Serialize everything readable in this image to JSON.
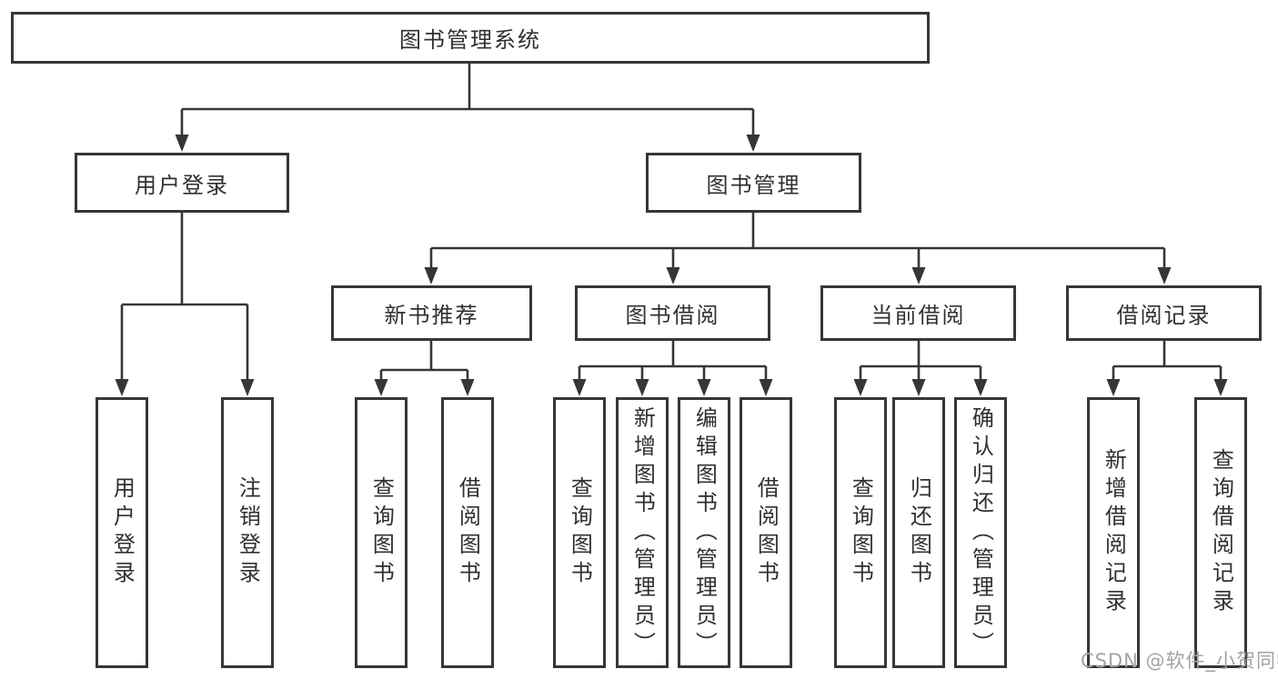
{
  "tree": {
    "root": "图书管理系统",
    "children": [
      {
        "label": "用户登录",
        "children": [
          {
            "label": "用户登录"
          },
          {
            "label": "注销登录"
          }
        ]
      },
      {
        "label": "图书管理",
        "children": [
          {
            "label": "新书推荐",
            "children": [
              {
                "label": "查询图书"
              },
              {
                "label": "借阅图书"
              }
            ]
          },
          {
            "label": "图书借阅",
            "children": [
              {
                "label": "查询图书"
              },
              {
                "label": "新增图书（管理员）"
              },
              {
                "label": "编辑图书（管理员）"
              },
              {
                "label": "借阅图书"
              }
            ]
          },
          {
            "label": "当前借阅",
            "children": [
              {
                "label": "查询图书"
              },
              {
                "label": "归还图书"
              },
              {
                "label": "确认归还（管理员）"
              }
            ]
          },
          {
            "label": "借阅记录",
            "children": [
              {
                "label": "新增借阅记录"
              },
              {
                "label": "查询借阅记录"
              }
            ]
          }
        ]
      }
    ]
  },
  "watermark": {
    "text": "CSDN @软件_小贺同学"
  },
  "colors": {
    "line": "#363636",
    "box_border": "#363636",
    "text": "#303030",
    "watermark": "#a3a3a3",
    "background": "#ffffff"
  }
}
